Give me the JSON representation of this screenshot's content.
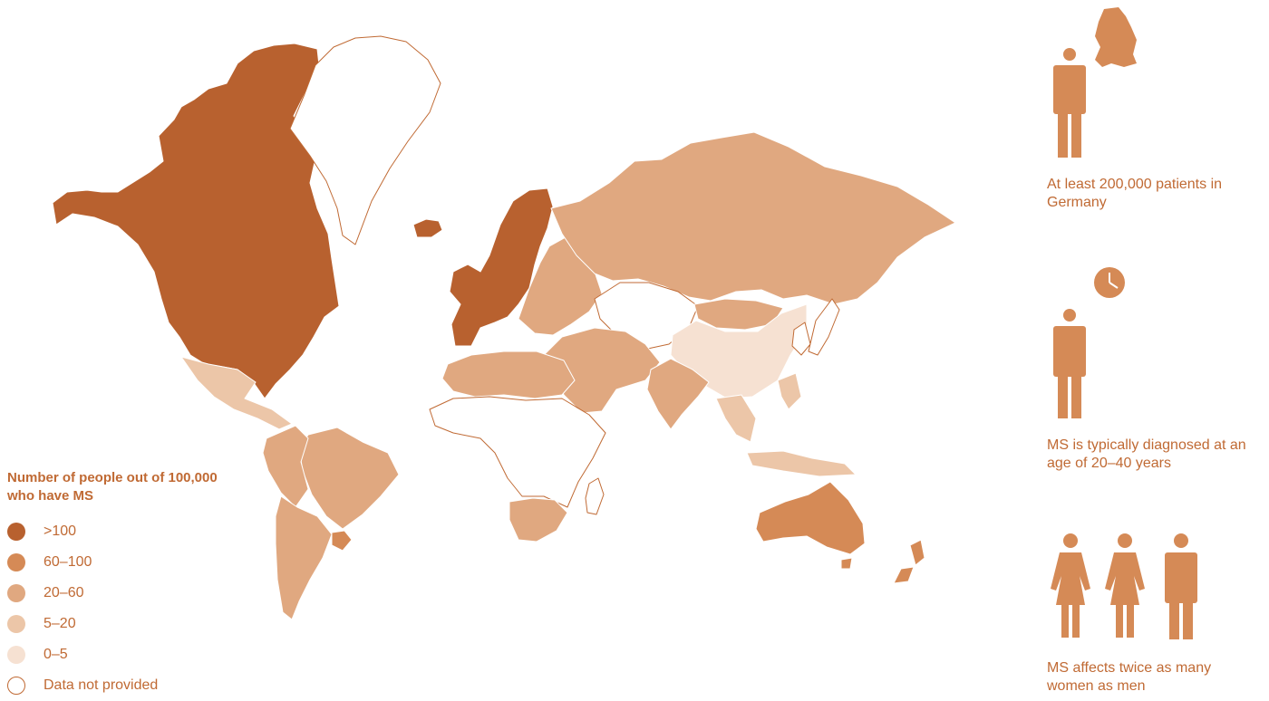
{
  "colors": {
    "level_gt100": "#b8612f",
    "level_60_100": "#d58a56",
    "level_20_60": "#e0a880",
    "level_5_20": "#ecc6a8",
    "level_0_5": "#f6e1d2",
    "no_data_stroke": "#c06a34",
    "text": "#c06a34"
  },
  "legend": {
    "title": "Number of people out of 100,000 who have MS",
    "items": [
      {
        "label": ">100",
        "level": "level_gt100"
      },
      {
        "label": "60–100",
        "level": "level_60_100"
      },
      {
        "label": "20–60",
        "level": "level_20_60"
      },
      {
        "label": "5–20",
        "level": "level_5_20"
      },
      {
        "label": "0–5",
        "level": "level_0_5"
      },
      {
        "label": "Data not provided",
        "level": "no_data"
      }
    ]
  },
  "facts": [
    {
      "text": "At least 200,000 patients in Germany",
      "icon": "person-with-germany-map-icon"
    },
    {
      "text": "MS is typically diagnosed at an age of 20–40 years",
      "icon": "person-with-clock-icon"
    },
    {
      "text": "MS affects twice as many women as men",
      "icon": "two-women-one-man-icon"
    }
  ],
  "regions": [
    {
      "name": "North America",
      "level": "level_gt100"
    },
    {
      "name": "Greenland",
      "level": "no_data"
    },
    {
      "name": "Iceland",
      "level": "level_gt100"
    },
    {
      "name": "Northern and Western Europe",
      "level": "level_gt100"
    },
    {
      "name": "Eastern Europe",
      "level": "level_20_60"
    },
    {
      "name": "Russia",
      "level": "level_20_60"
    },
    {
      "name": "Central Asia",
      "level": "no_data"
    },
    {
      "name": "Mongolia",
      "level": "level_20_60"
    },
    {
      "name": "China",
      "level": "level_0_5"
    },
    {
      "name": "Japan and Korea",
      "level": "no_data"
    },
    {
      "name": "Middle East",
      "level": "level_20_60"
    },
    {
      "name": "India",
      "level": "level_20_60"
    },
    {
      "name": "Southeast Asia",
      "level": "level_5_20"
    },
    {
      "name": "North Africa",
      "level": "level_20_60"
    },
    {
      "name": "Sub-Saharan Africa",
      "level": "no_data"
    },
    {
      "name": "Southern Africa",
      "level": "level_20_60"
    },
    {
      "name": "Madagascar",
      "level": "no_data"
    },
    {
      "name": "Mexico and Central America",
      "level": "level_5_20"
    },
    {
      "name": "Brazil",
      "level": "level_20_60"
    },
    {
      "name": "Andean South America",
      "level": "level_20_60"
    },
    {
      "name": "Argentina and Chile",
      "level": "level_20_60"
    },
    {
      "name": "Uruguay",
      "level": "level_60_100"
    },
    {
      "name": "Australia",
      "level": "level_60_100"
    },
    {
      "name": "New Zealand",
      "level": "level_60_100"
    }
  ]
}
